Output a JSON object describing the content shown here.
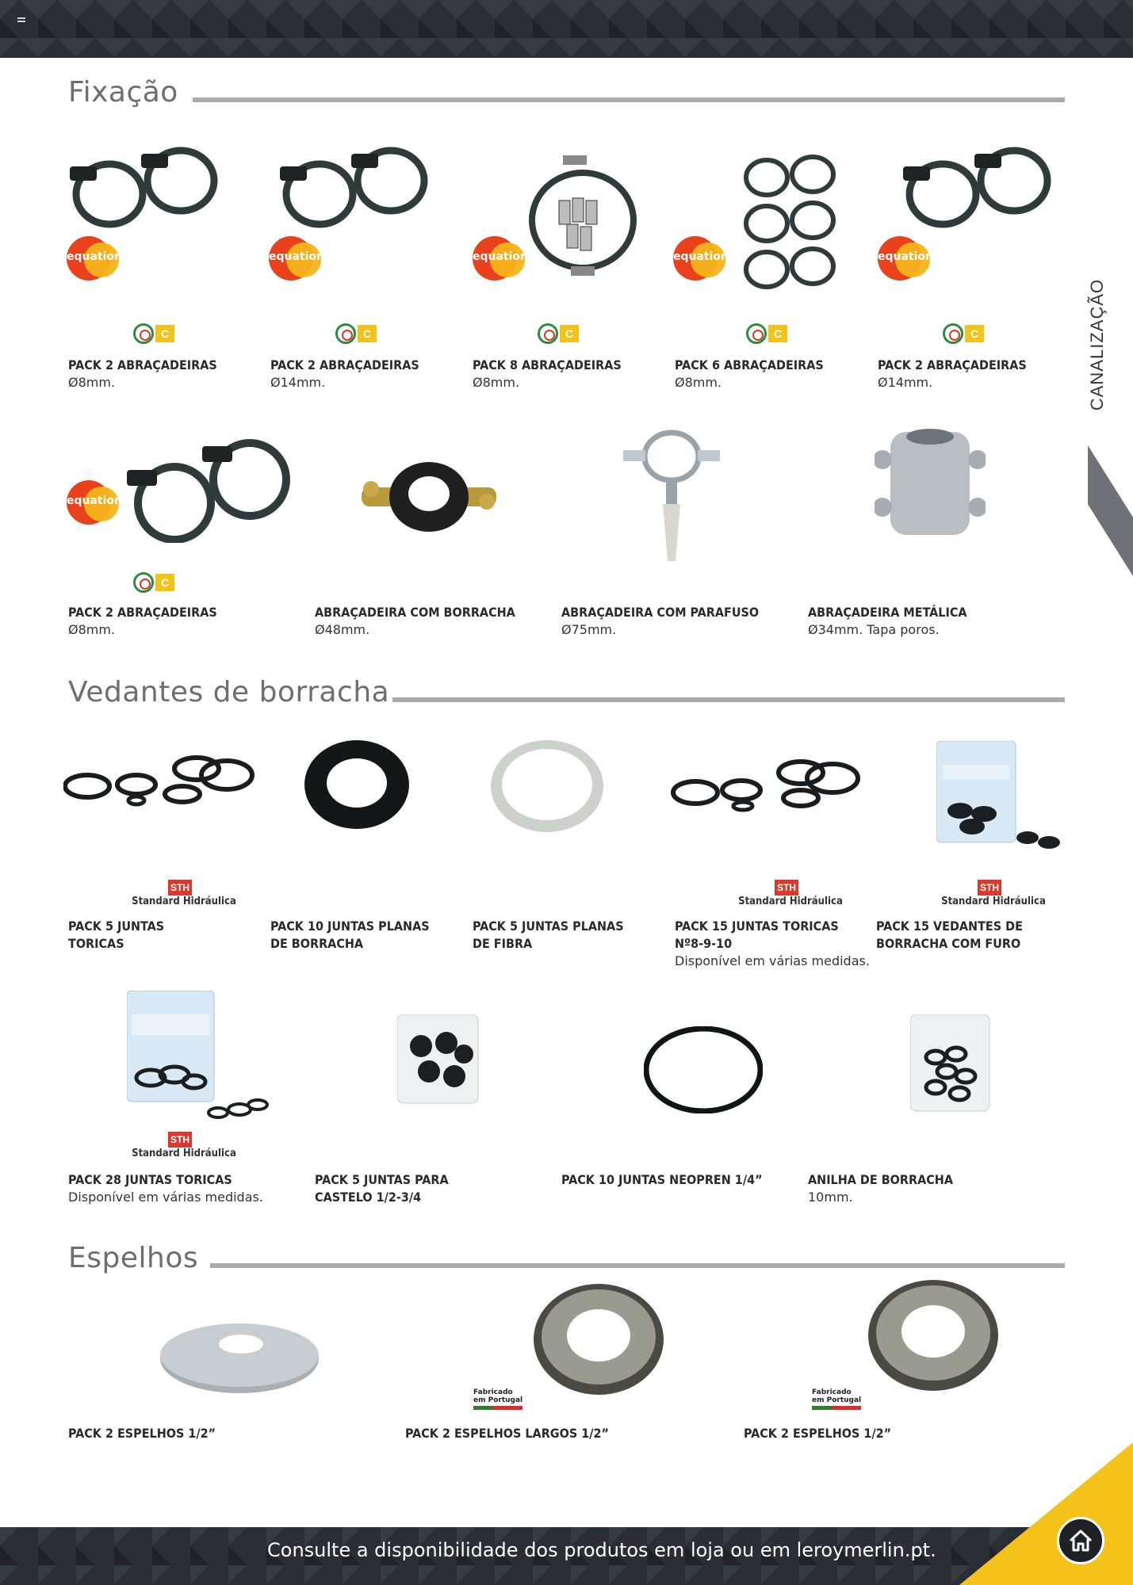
{
  "header": {
    "menu_icon": "hamburger-icon"
  },
  "side_tab": {
    "label": "CANALIZAÇÃO"
  },
  "badges": {
    "equation": "equation",
    "sth_box": "STH",
    "sth_label": "Standard Hidráulica",
    "cert_c": "C",
    "pt_line1": "Fabricado",
    "pt_line2": "em Portugal"
  },
  "sections": {
    "fixacao": {
      "title": "Fixação",
      "products": [
        {
          "name": "PACK 2 ABRAÇADEIRAS",
          "desc": "Ø8mm."
        },
        {
          "name": "PACK 2 ABRAÇADEIRAS",
          "desc": "Ø14mm."
        },
        {
          "name": "PACK 8 ABRAÇADEIRAS",
          "desc": "Ø8mm."
        },
        {
          "name": "PACK 6 ABRAÇADEIRAS",
          "desc": "Ø8mm."
        },
        {
          "name": "PACK 2 ABRAÇADEIRAS",
          "desc": "Ø14mm."
        },
        {
          "name": "PACK 2 ABRAÇADEIRAS",
          "desc": "Ø8mm."
        },
        {
          "name": "ABRAÇADEIRA COM BORRACHA",
          "desc": "Ø48mm."
        },
        {
          "name": "ABRAÇADEIRA COM PARAFUSO",
          "desc": "Ø75mm."
        },
        {
          "name": "ABRAÇADEIRA METÁLICA",
          "desc": "Ø34mm. Tapa poros."
        }
      ]
    },
    "vedantes": {
      "title": "Vedantes de borracha",
      "products": [
        {
          "name1": "PACK 5 JUNTAS",
          "name2": "TORICAS"
        },
        {
          "name1": "PACK 10 JUNTAS PLANAS",
          "name2": "DE BORRACHA"
        },
        {
          "name1": "PACK 5 JUNTAS PLANAS",
          "name2": "DE FIBRA"
        },
        {
          "name1": "PACK 15 JUNTAS TORICAS",
          "name2": "Nº8-9-10",
          "desc": "Disponível em várias medidas."
        },
        {
          "name1": "PACK 15 VEDANTES DE",
          "name2": "BORRACHA COM FURO"
        },
        {
          "name1": "PACK 28 JUNTAS TORICAS",
          "desc": "Disponível em várias medidas."
        },
        {
          "name1": "PACK 5 JUNTAS PARA",
          "name2": "CASTELO 1/2-3/4"
        },
        {
          "name1": "PACK 10 JUNTAS NEOPREN 1/4”"
        },
        {
          "name1": "ANILHA DE BORRACHA",
          "desc": "10mm."
        }
      ]
    },
    "espelhos": {
      "title": "Espelhos",
      "products": [
        {
          "name": "PACK 2 ESPELHOS 1/2”"
        },
        {
          "name": "PACK 2 ESPELHOS LARGOS 1/2”"
        },
        {
          "name": "PACK 2 ESPELHOS 1/2”"
        }
      ]
    }
  },
  "footer": {
    "text": "Consulte a disponibilidade dos produtos em loja ou em leroymerlin.pt.",
    "home_icon": "home-icon"
  },
  "colors": {
    "header_bg": "#2b2e35",
    "accent_yellow": "#f5c21a",
    "equation_red": "#e8411b",
    "equation_orange": "#f4b41a",
    "sth_red": "#d93a2f",
    "rule_gray": "#aaaaaa"
  }
}
